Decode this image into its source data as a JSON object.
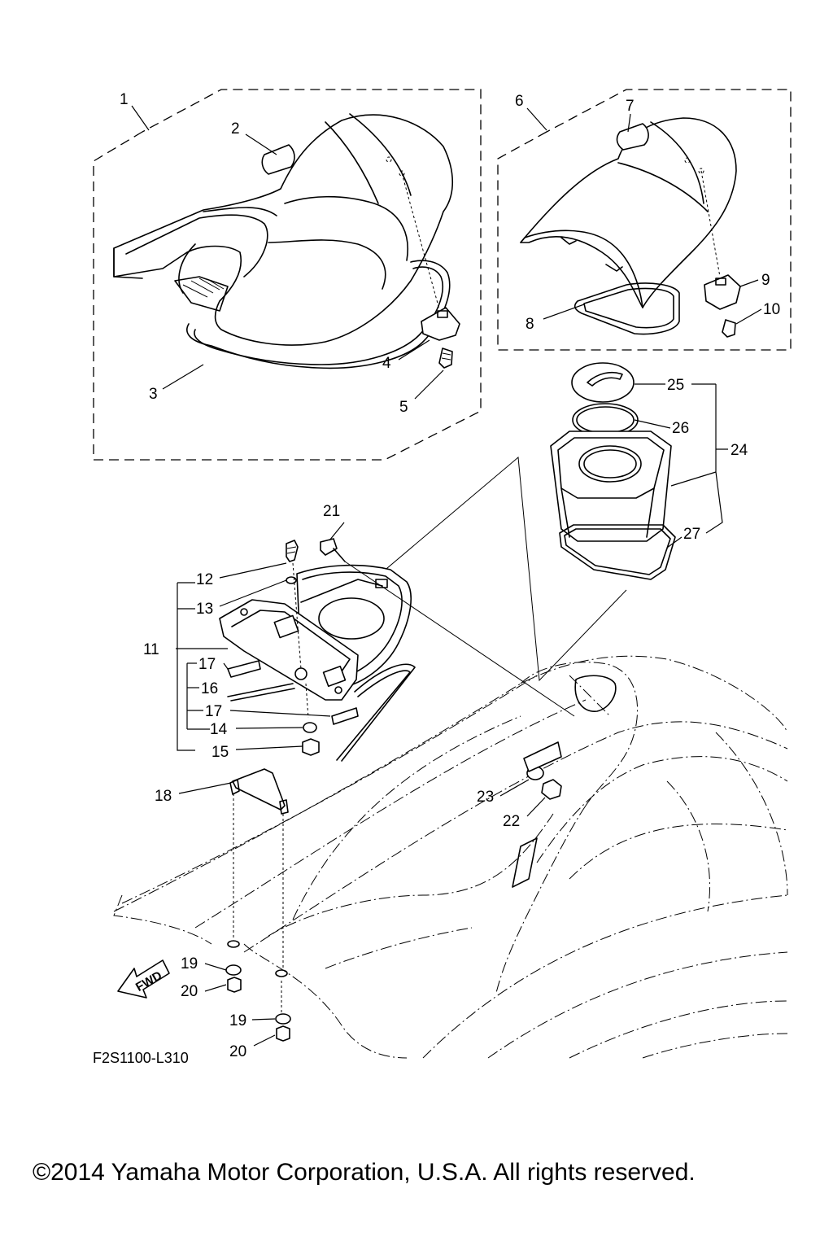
{
  "diagram": {
    "callouts": [
      "1",
      "2",
      "3",
      "4",
      "5",
      "6",
      "7",
      "8",
      "9",
      "10",
      "11",
      "12",
      "13",
      "14",
      "15",
      "16",
      "17",
      "17",
      "18",
      "19",
      "20",
      "19",
      "20",
      "21",
      "22",
      "23",
      "24",
      "25",
      "26",
      "27"
    ],
    "fwd_label": "FWD",
    "drawing_code": "F2S1100-L310",
    "copyright": "©2014 Yamaha Motor Corporation, U.S.A. All rights reserved."
  }
}
